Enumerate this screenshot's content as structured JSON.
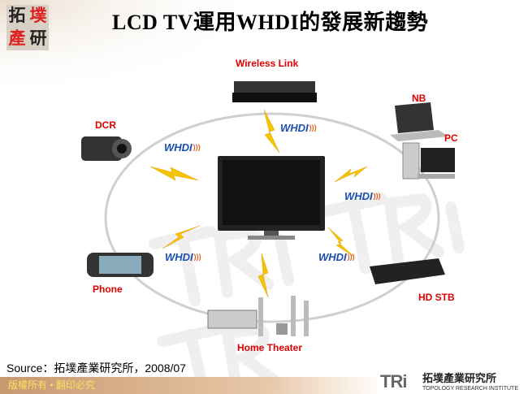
{
  "title": "LCD TV運用WHDI的發展新趨勢",
  "logo_text": [
    "拓",
    "墣",
    "產",
    "研"
  ],
  "devices": {
    "wireless_link": "Wireless Link",
    "nb": "NB",
    "pc": "PC",
    "dcr": "DCR",
    "phone": "Phone",
    "hd_stb": "HD STB",
    "home_theater": "Home Theater"
  },
  "whdi_label": "WHDI",
  "source": "Source：拓墣產業研究所，2008/07",
  "footer": {
    "copyright": "版權所有 • 翻印必究",
    "brand": "TRi",
    "brand_cn": "拓墣產業研究所",
    "brand_en": "TOPOLOGY RESEARCH INSTITUTE"
  },
  "colors": {
    "label": "#e00000",
    "whdi": "#1a4fb0",
    "bolt": "#f0c000"
  }
}
